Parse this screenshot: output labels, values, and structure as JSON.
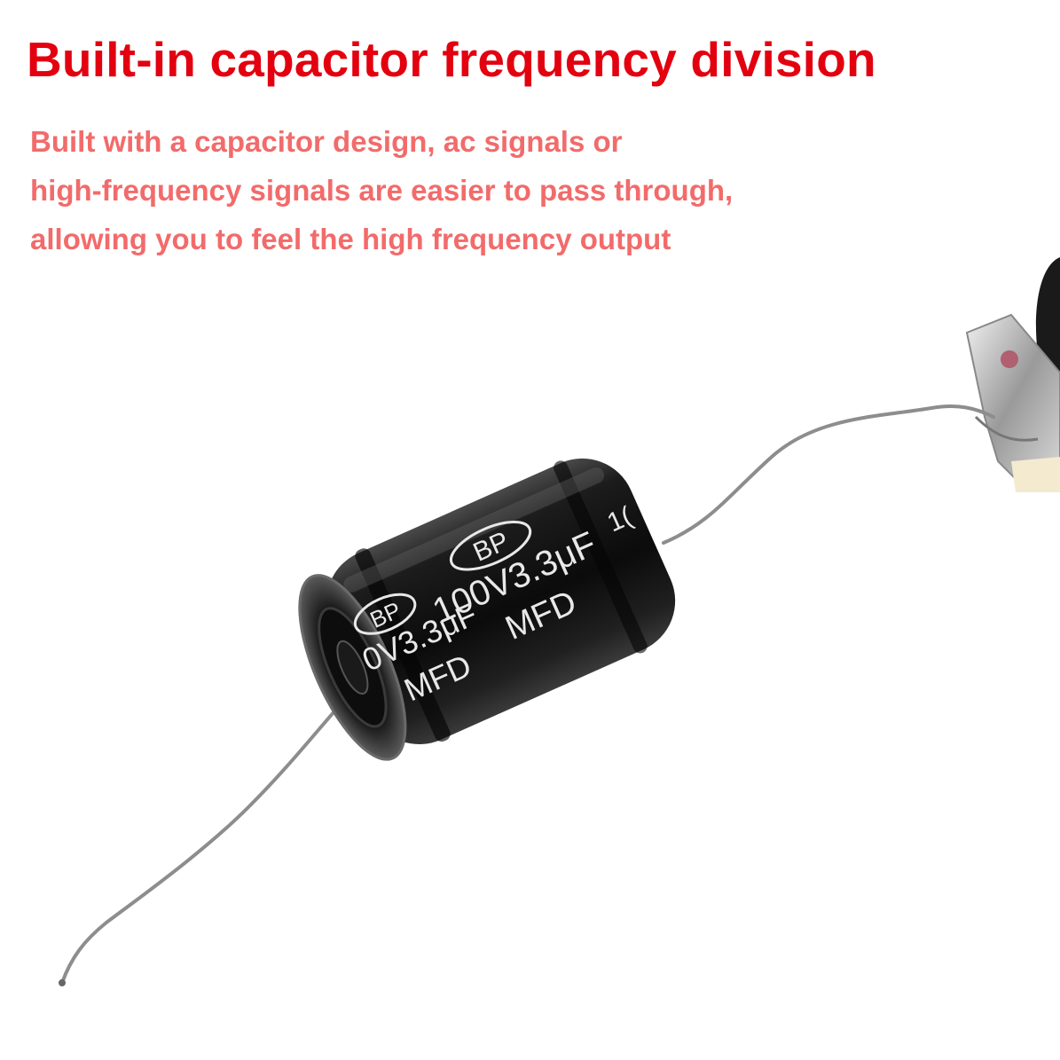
{
  "headline": {
    "text": "Built-in capacitor frequency division",
    "color": "#e3000f"
  },
  "description": {
    "lines": [
      "Built with a capacitor design, ac signals or",
      "high-frequency signals are easier to pass through,",
      "allowing you to feel the high frequency output"
    ],
    "color": "#f26b6b"
  },
  "capacitor_markings": {
    "logo_front": "BP",
    "rating_front": "100V3.3μF",
    "unit_front": "MFD",
    "logo_end": "BP",
    "rating_end": "0V3.3μF",
    "unit_end": "MFD",
    "edge_text": "1("
  }
}
